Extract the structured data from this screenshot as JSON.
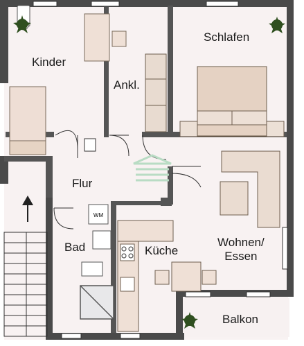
{
  "floor_plan": {
    "rooms": {
      "kinder": "Kinder",
      "ankl": "Ankl.",
      "schlafen": "Schlafen",
      "flur": "Flur",
      "bad": "Bad",
      "kueche": "Küche",
      "wohnen_line1": "Wohnen/",
      "wohnen_line2": "Essen",
      "balkon": "Balkon"
    },
    "fixtures": {
      "wm": "WM"
    }
  }
}
